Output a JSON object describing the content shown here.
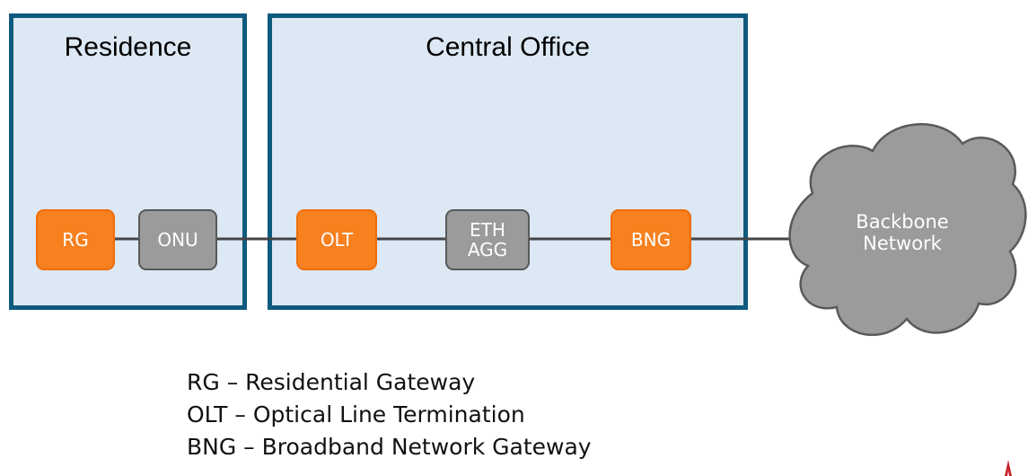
{
  "regions": {
    "residence": {
      "title": "Residence"
    },
    "central_office": {
      "title": "Central Office"
    }
  },
  "nodes": {
    "rg": {
      "label": "RG",
      "color": "#f7801f"
    },
    "onu": {
      "label": "ONU",
      "color": "#9b9b9b"
    },
    "olt": {
      "label": "OLT",
      "color": "#f7801f"
    },
    "eth_agg": {
      "label": "ETH\nAGG",
      "color": "#9b9b9b"
    },
    "bng": {
      "label": "BNG",
      "color": "#f7801f"
    }
  },
  "cloud": {
    "label": "Backbone\nNetwork",
    "color": "#9b9b9b"
  },
  "links": [
    [
      "RG",
      "ONU"
    ],
    [
      "ONU",
      "OLT"
    ],
    [
      "OLT",
      "ETH AGG"
    ],
    [
      "ETH AGG",
      "BNG"
    ],
    [
      "BNG",
      "Backbone Network"
    ]
  ],
  "legend": [
    "RG – Residential Gateway",
    "OLT – Optical Line Termination",
    "BNG – Broadband Network Gateway"
  ],
  "colors": {
    "region_border": "#0f5a7f",
    "region_fill": "#dce8f3",
    "orange_node": "#f7801f",
    "gray_node": "#9b9b9b",
    "link": "#444444"
  }
}
